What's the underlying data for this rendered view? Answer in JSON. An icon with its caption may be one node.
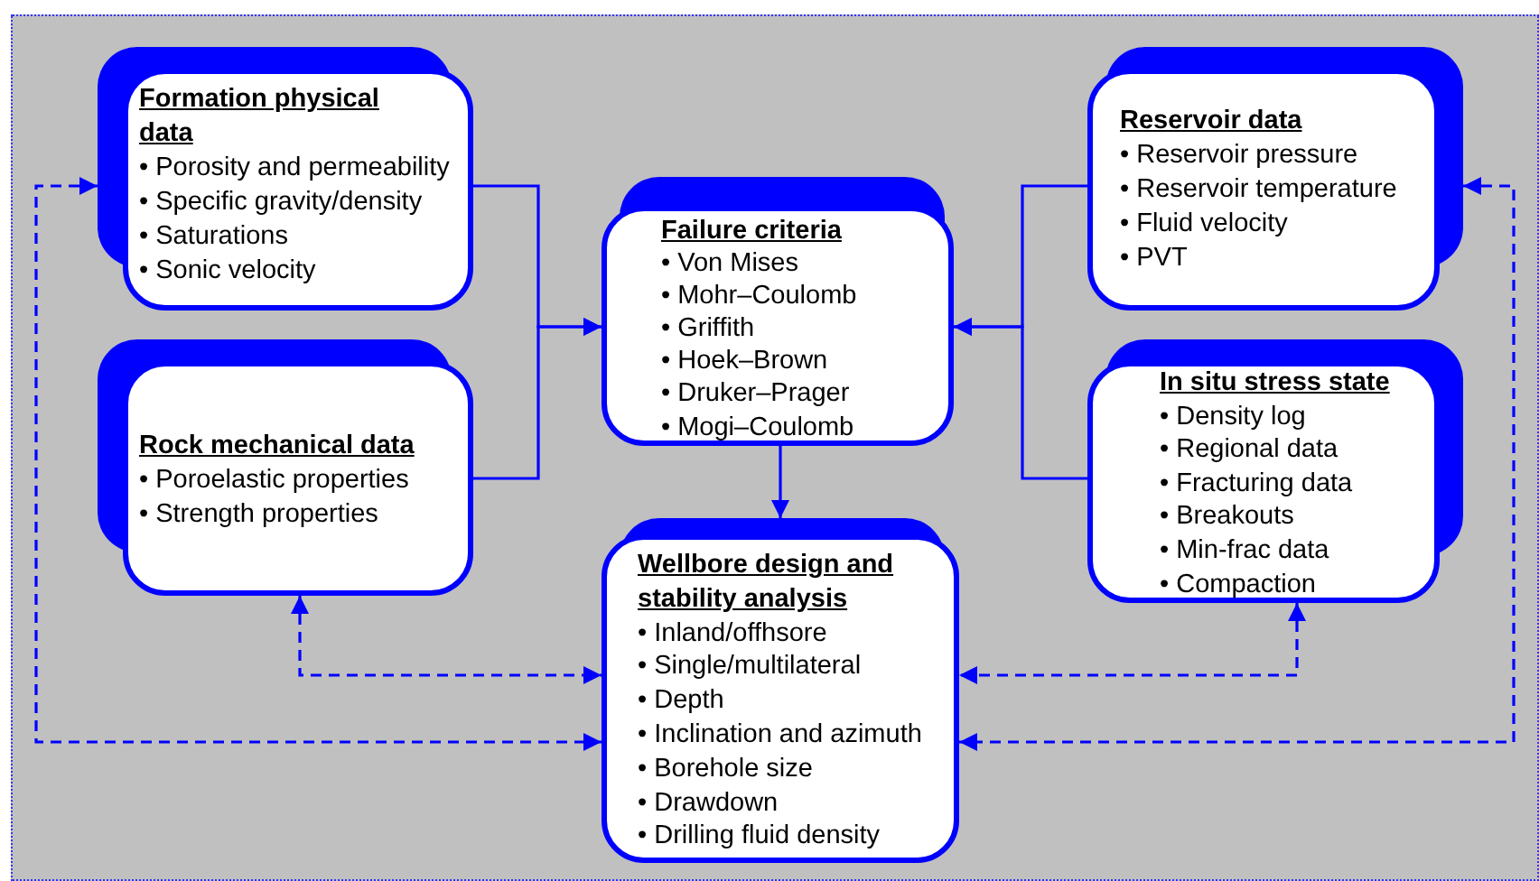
{
  "diagram": {
    "nodes": [
      {
        "text": [
          "Formation physical data",
          "• Porosity and permeability",
          "• Specific gravity/density",
          "• Saturations",
          "• Sonic velocity"
        ]
      },
      {
        "text": [
          "Rock mechanical data",
          "• Poroelastic properties",
          "• Strength properties"
        ]
      },
      {
        "text": [
          "Failure criteria",
          "• Von Mises",
          "• Mohr–Coulomb",
          "• Griffith",
          "• Hoek–Brown",
          "• Druker–Prager",
          "• Mogi–Coulomb"
        ]
      },
      {
        "text": [
          "Reservoir data",
          "• Reservoir pressure",
          "• Reservoir temperature",
          "• Fluid velocity",
          "• PVT"
        ]
      },
      {
        "text": [
          "In situ stress state",
          "• Density log",
          "• Regional data",
          "• Fracturing data",
          "• Breakouts",
          "• Min-frac data",
          "• Compaction"
        ]
      },
      {
        "text": [
          "Wellbore design and stability analysis",
          "• Inland/offhsore",
          "• Single/multilateral",
          "• Depth",
          "• Inclination and azimuth",
          "• Borehole size",
          "• Drawdown",
          "• Drilling fluid density"
        ]
      }
    ],
    "edges": [
      {
        "from": 0,
        "to": 2,
        "arrow": "to"
      },
      {
        "from": 1,
        "to": 2,
        "arrow": "to"
      },
      {
        "from": 3,
        "to": 2,
        "arrow": "to"
      },
      {
        "from": 4,
        "to": 2,
        "arrow": "to"
      },
      {
        "from": 2,
        "to": 5,
        "arrow": "to"
      },
      {
        "from": 1,
        "to": 5,
        "arrow": "both",
        "style": "dashed"
      },
      {
        "from": 4,
        "to": 5,
        "arrow": "both",
        "style": "dashed"
      },
      {
        "from": 0,
        "to": 5,
        "arrow": "both",
        "style": "dashed"
      },
      {
        "from": 3,
        "to": 5,
        "arrow": "both",
        "style": "dashed"
      }
    ]
  }
}
